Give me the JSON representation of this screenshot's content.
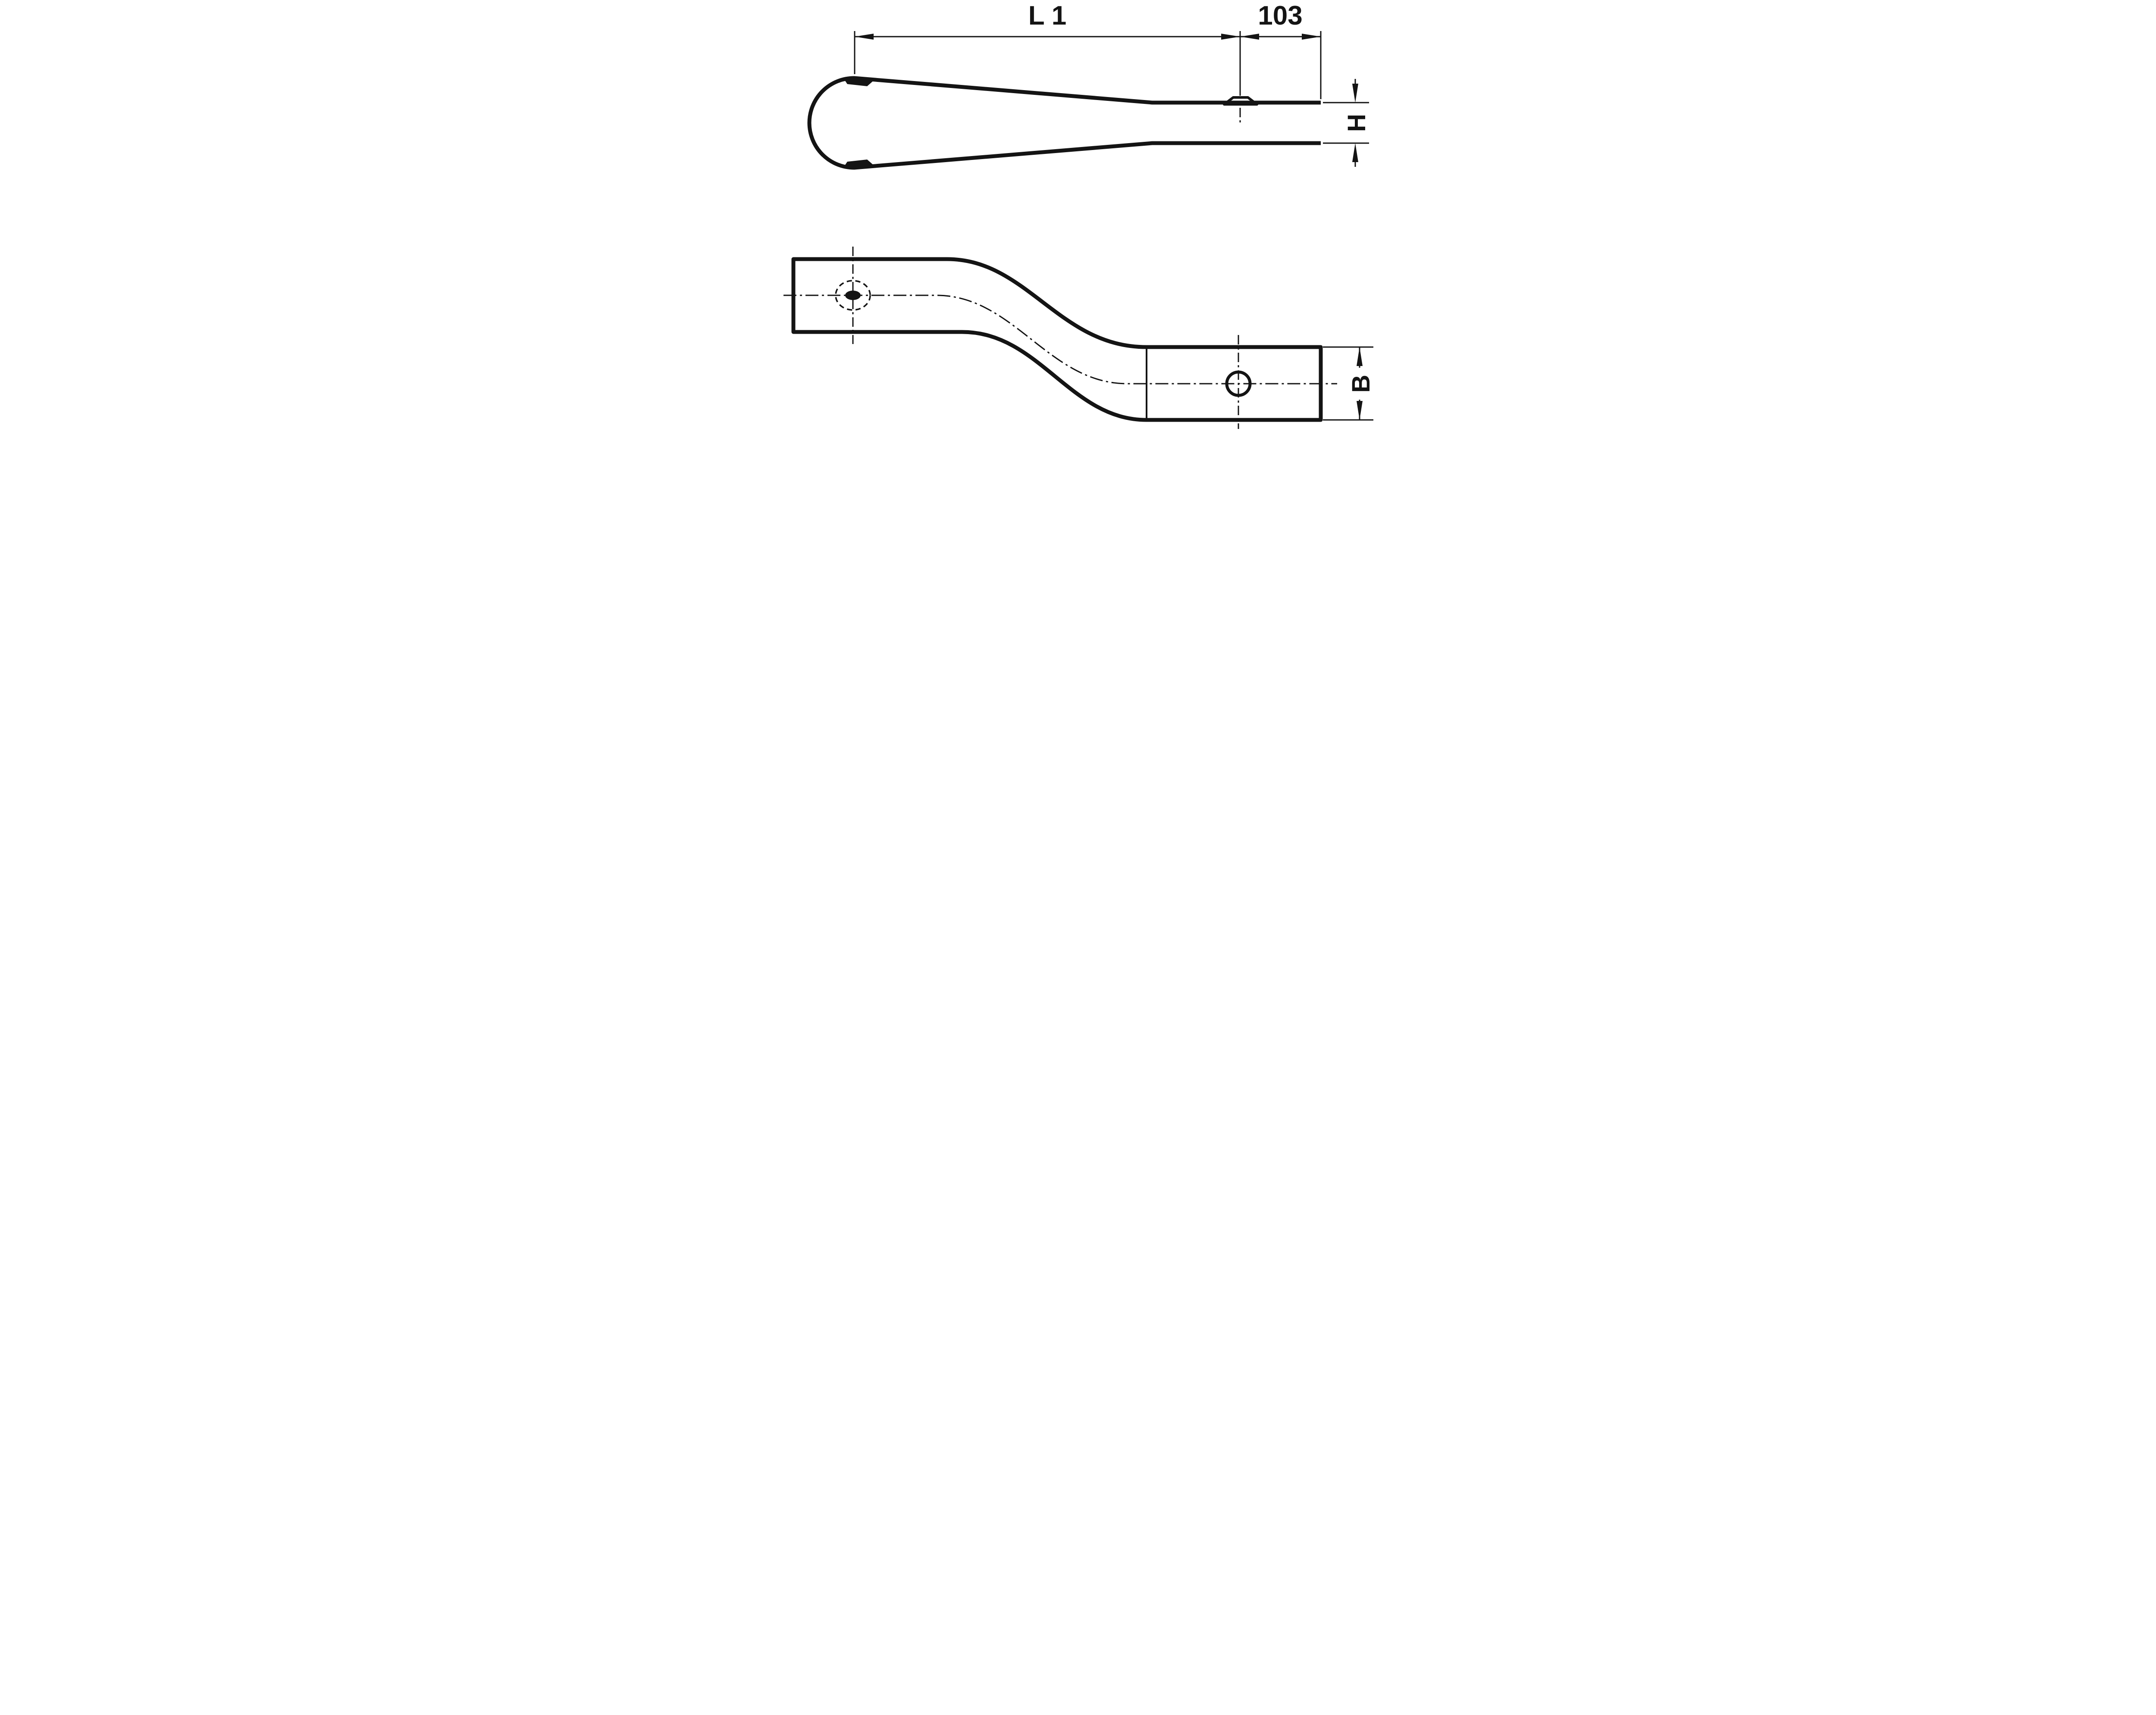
{
  "drawing": {
    "labels": {
      "length": "L 1",
      "end_offset": "103",
      "height": "H",
      "width": "B"
    },
    "colors": {
      "part_fill": "#a9d9ec",
      "line": "#141414",
      "background": "#ffffff"
    }
  }
}
